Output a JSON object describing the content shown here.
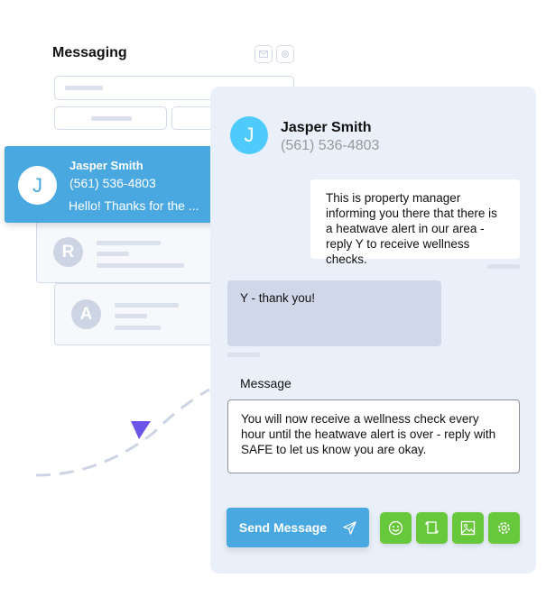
{
  "list": {
    "title": "Messaging",
    "selected": {
      "initial": "J",
      "name": "Jasper Smith",
      "phone": "(561) 536-4803",
      "preview": "Hello! Thanks for the ..."
    },
    "others": [
      {
        "initial": "R"
      },
      {
        "initial": "A"
      }
    ]
  },
  "chat": {
    "contact": {
      "initial": "J",
      "name": "Jasper Smith",
      "phone": "(561) 536-4803"
    },
    "messages": [
      {
        "direction": "outgoing",
        "text": "This is property manager informing you there that there is a heatwave alert in our area - reply Y to receive wellness checks."
      },
      {
        "direction": "incoming",
        "text": "Y - thank you!"
      }
    ],
    "compose_label": "Message",
    "compose_value": "You will now receive a wellness check every hour until the heatwave alert is over - reply with SAFE to let us know you are okay.",
    "send_label": "Send Message"
  },
  "colors": {
    "accent": "#4aa8e0",
    "green": "#68c83b",
    "avatar": "#4ecbfa",
    "arrow": "#6b55e8"
  }
}
